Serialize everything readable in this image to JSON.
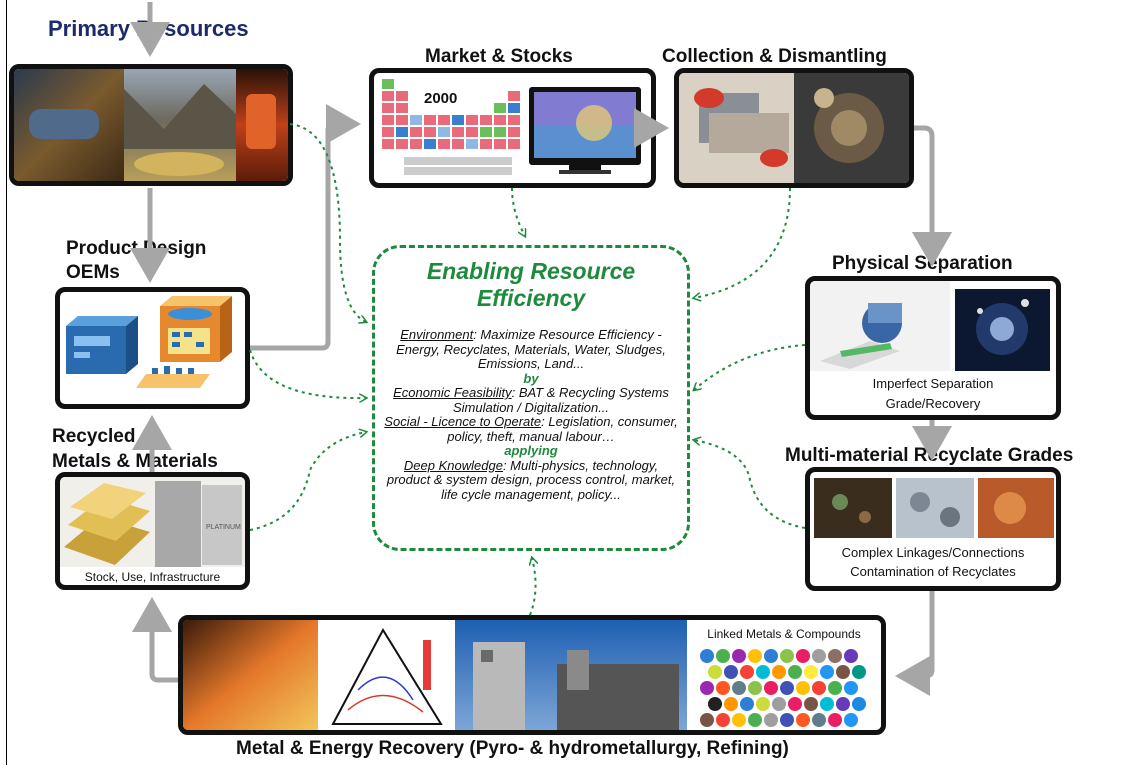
{
  "titles": {
    "primary_resources": "Primary Resources",
    "market_stocks": "Market & Stocks",
    "collection_dismantling": "Collection & Dismantling",
    "product_design": "Product  Design",
    "oems": "OEMs",
    "physical_separation": "Physical   Separation",
    "recycled_line1": "Recycled",
    "recycled_line2": "Metals &   Materials",
    "multi_material": "Multi-material   Recyclate Grades",
    "metal_energy": "Metal & Energy Recovery (Pyro- & hydrometallurgy, Refining)"
  },
  "captions": {
    "year": "2000",
    "separation_line1": "Imperfect Separation",
    "separation_line2": "Grade/Recovery",
    "stock": "Stock, Use, Infrastructure",
    "linkages_line1": "Complex Linkages/Connections",
    "linkages_line2": "Contamination of Recyclates",
    "linked_metals": "Linked Metals & Compounds",
    "platinum": "PLATINUM"
  },
  "center": {
    "heading_line1": "Enabling Resource",
    "heading_line2": "Efficiency",
    "env_label": "Environment",
    "env_text": ": Maximize Resource Efficiency - Energy, Recyclates, Materials, Water, Sludges, Emissions, Land...",
    "by": "by",
    "econ_label": "Economic Feasibility",
    "econ_text": ": BAT & Recycling Systems Simulation / Digitalization...",
    "social_label": "Social - Licence to Operate",
    "social_text": ": Legislation, consumer, policy, theft, manual labour…",
    "applying": "applying",
    "deep_label": "Deep Knowledge",
    "deep_text": ": Multi-physics, technology, product & system design, process control, market, life cycle management, policy..."
  },
  "colors": {
    "accent_green": "#1e8a3c",
    "arrow_gray": "#a6a6a6",
    "title_blue": "#1b2a6b"
  }
}
